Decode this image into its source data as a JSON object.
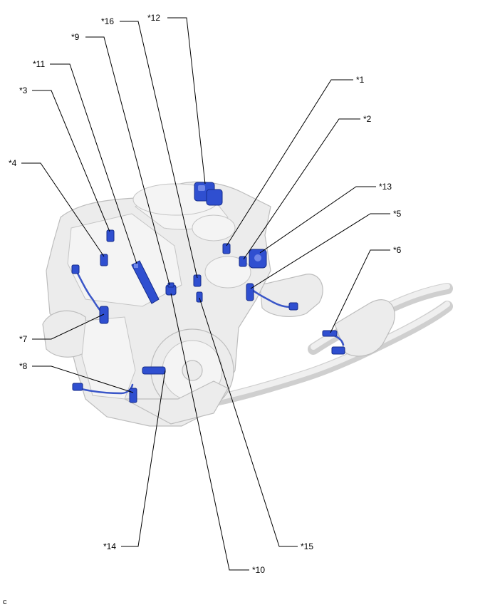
{
  "labels": {
    "p1": "*1",
    "p2": "*2",
    "p3": "*3",
    "p4": "*4",
    "p5": "*5",
    "p6": "*6",
    "p7": "*7",
    "p8": "*8",
    "p9": "*9",
    "p10": "*10",
    "p11": "*11",
    "p12": "*12",
    "p13": "*13",
    "p14": "*14",
    "p15": "*15",
    "p16": "*16"
  },
  "figure_code": "C",
  "colors": {
    "component_highlight": "#2f4fd0",
    "engine_body": "#ececec",
    "leader_line": "#000000"
  }
}
